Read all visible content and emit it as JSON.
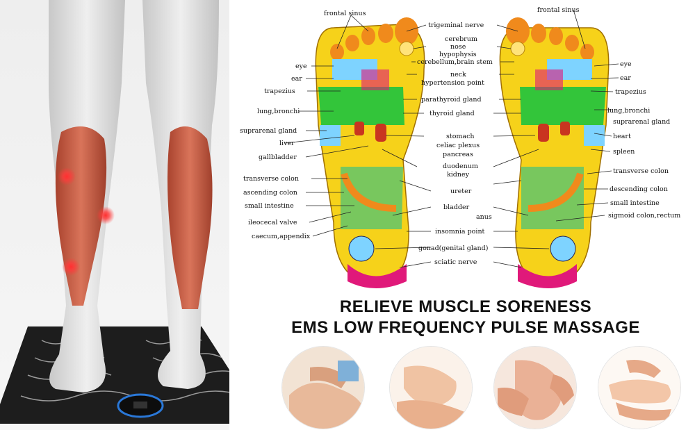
{
  "headline": {
    "line1": "RELIEVE MUSCLE SORENESS",
    "line2": "EMS LOW FREQUENCY PULSE MASSAGE"
  },
  "left_foot_labels": {
    "frontal_sinus": "frontal sinus",
    "eye": "eye",
    "ear": "ear",
    "trapezius": "trapezius",
    "lung": "lung,bronchi",
    "suprarenal": "suprarenal gland",
    "liver": "liver",
    "gallbladder": "gallbladder",
    "transverse_colon": "transverse colon",
    "ascending_colon": "ascending colon",
    "small_intestine": "small intestine",
    "ileocecal": "ileocecal valve",
    "caecum": "caecum,appendix"
  },
  "center_labels": {
    "trigeminal": "trigeminal nerve",
    "cerebrum": "cerebrum",
    "nose": "nose",
    "hypophysis": "hypophysis",
    "cerebellum": "cerebellum,brain stem",
    "neck": "neck",
    "hypertension": "hypertension point",
    "parathyroid": "parathyroid gland",
    "thyroid": "thyroid gland",
    "stomach": "stomach",
    "celiac": "celiac plexus",
    "pancreas": "pancreas",
    "duodenum": "duodenum",
    "kidney": "kidney",
    "ureter": "ureter",
    "bladder": "bladder",
    "anus": "anus",
    "insomnia": "insomnia point",
    "gonad": "gonad(genital gland)",
    "sciatic": "sciatic nerve"
  },
  "right_foot_labels": {
    "frontal_sinus": "frontal sinus",
    "eye": "eye",
    "ear": "ear",
    "trapezius": "trapezius",
    "lung": "lung,bronchi",
    "suprarenal": "suprarenal gland",
    "heart": "heart",
    "spleen": "spleen",
    "transverse_colon": "transverse colon",
    "descending_colon": "descending colon",
    "small_intestine": "small intestine",
    "sigmoid": "sigmoid colon,rectum"
  },
  "colors": {
    "heel_pink": "#e0197a",
    "sole_yellow": "#f6d21a",
    "lung_green": "#33c53a",
    "toe_orange": "#f08a1c",
    "muscle_red": "#c8553c",
    "mat_dark": "#1d1d1d",
    "controller_blue": "#2a78d8"
  }
}
